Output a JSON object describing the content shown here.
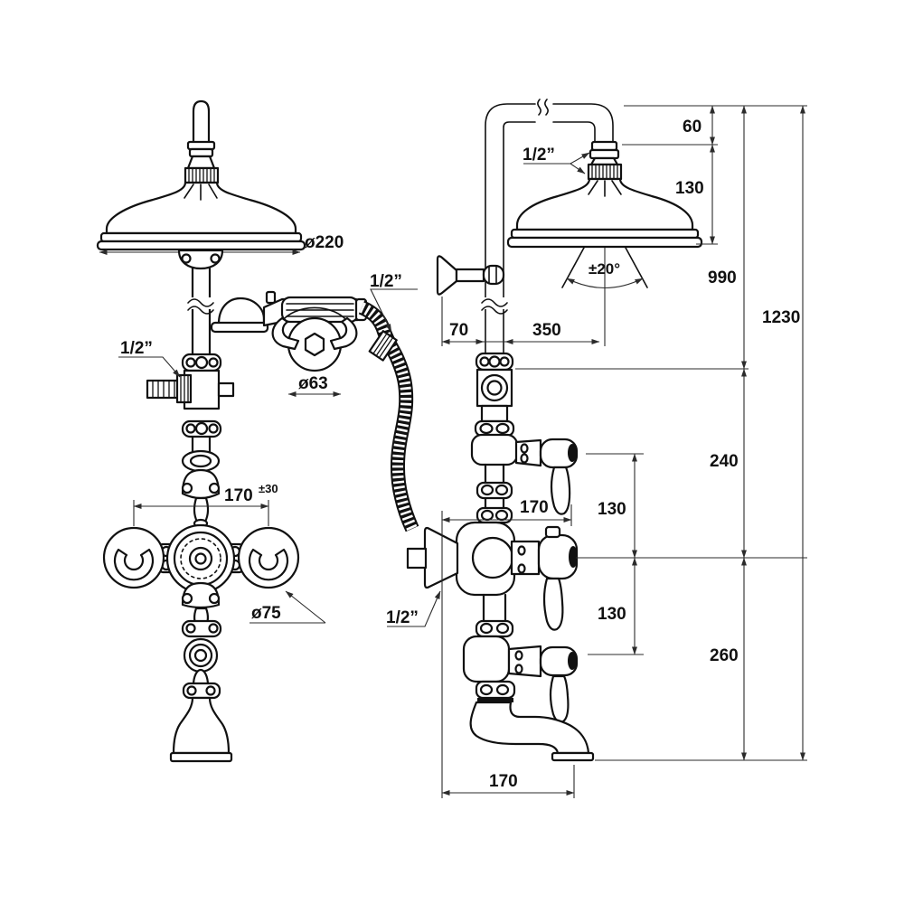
{
  "drawing": {
    "description": "Thermostatic shower column technical drawing, front and side views",
    "views": {
      "left": "front view",
      "right": "side view"
    }
  },
  "labels": {
    "left": {
      "head_diameter": "ø220",
      "hose_thread": "1/2”",
      "cradle_diameter": "ø63",
      "outlet_thread": "1/2”",
      "handle_span": "170",
      "handle_span_tol": "±30",
      "knob_diameter": "ø75"
    },
    "right": {
      "head_thread": "1/2”",
      "head_offset": "60",
      "head_height": "130",
      "spray_angle": "±20°",
      "riser_height": "990",
      "total_height": "1230",
      "wall_offset": "70",
      "head_reach": "350",
      "valve_to_ref": "240",
      "valve_depth": "170",
      "lever_gap_upper": "130",
      "lever_gap_lower": "130",
      "inlet_thread": "1/2”",
      "below_ref": "260",
      "spout_reach": "170"
    }
  }
}
